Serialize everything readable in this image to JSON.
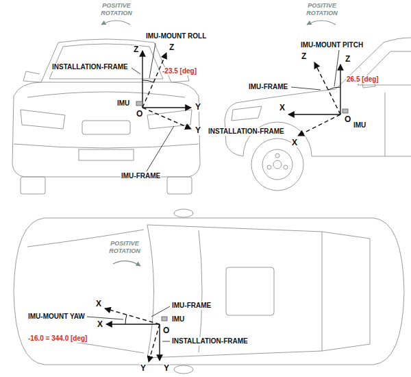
{
  "diagram": {
    "labels": [
      "POSITIVE ROTATION",
      "IMU-MOUNT ROLL",
      "Z",
      "Z",
      "INSTALLATION-FRAME",
      "-23.5 [deg]",
      "IMU",
      "O",
      "Y",
      "IMU-FRAME",
      "Y",
      "POSITIVE ROTATION",
      "IMU-MOUNT PITCH",
      "Z",
      "Z",
      "IMU-FRAME",
      "26.5 [deg]",
      "O",
      "X",
      "IMU",
      "INSTALLATION-FRAME",
      "X",
      "POSITIVE ROTATION",
      "X",
      "IMU-FRAME",
      "IMU-MOUNT YAW",
      "X",
      "IMU",
      "O",
      "-16.0 = 344.0 [deg]",
      "INSTALLATION-FRAME",
      "Y",
      "Y"
    ]
  }
}
